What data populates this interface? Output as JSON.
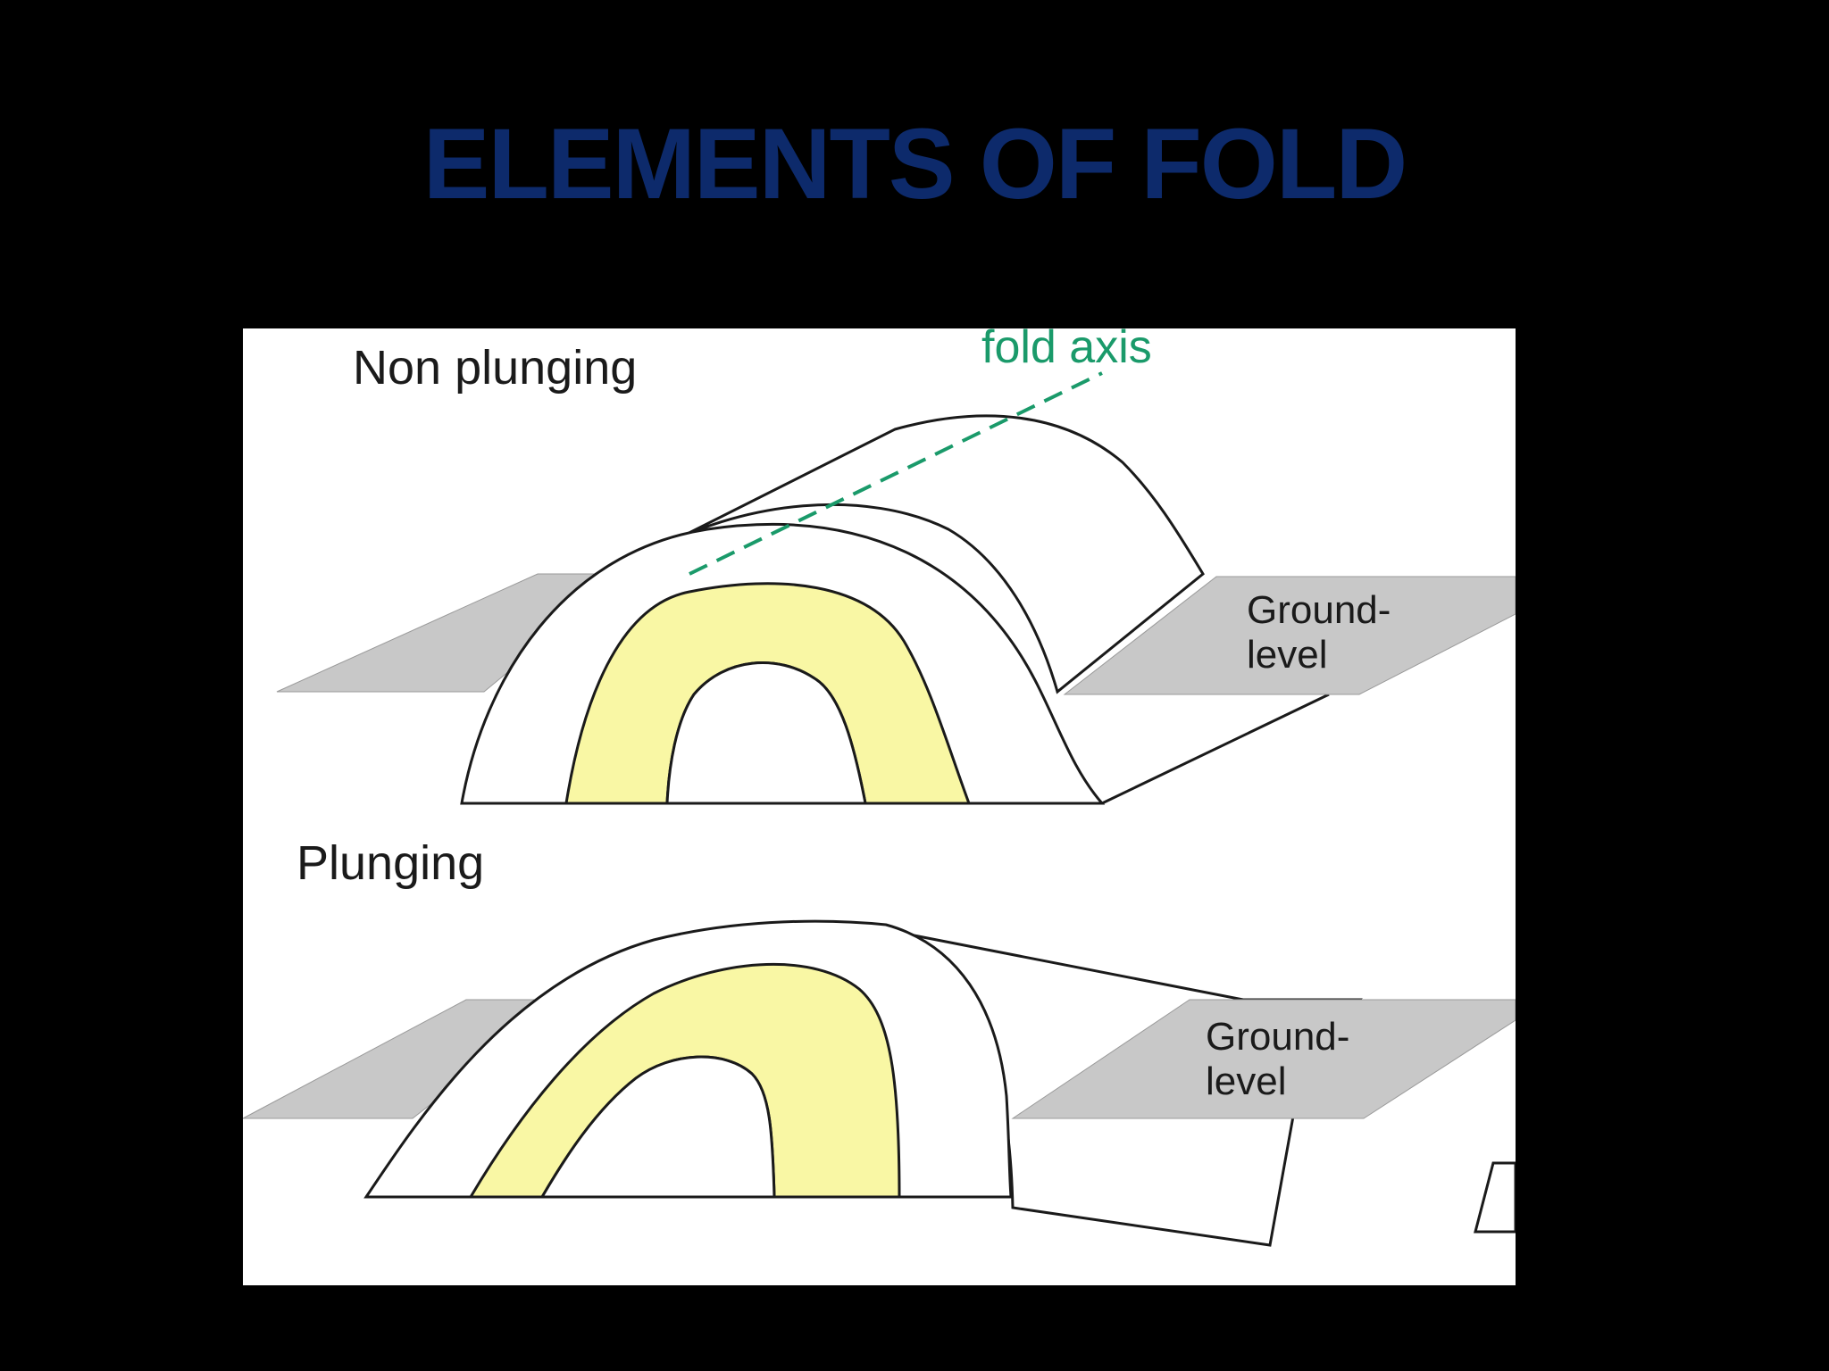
{
  "slide": {
    "title": "ELEMENTS OF FOLD"
  },
  "diagram": {
    "top_panel": {
      "heading": "Non plunging",
      "axis_label": "fold axis",
      "ground_label_line1": "Ground-",
      "ground_label_line2": "level"
    },
    "bottom_panel": {
      "heading": "Plunging",
      "ground_label_line1": "Ground-",
      "ground_label_line2": "level"
    },
    "colors": {
      "background": "#000000",
      "title": "#0d2a6b",
      "panel": "#ffffff",
      "ground_plane": "#c8c8c8",
      "fold_layer": "#f9f7a4",
      "fold_axis": "#1a9a6a",
      "outline": "#1a1a1a"
    }
  }
}
